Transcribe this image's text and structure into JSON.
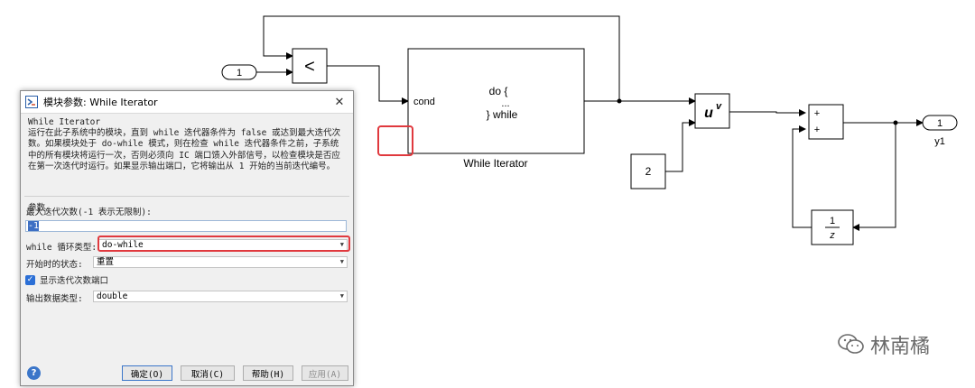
{
  "diagram": {
    "inport_number": "1",
    "relational_operator": "<",
    "subsystem_cond_label": "cond",
    "subsystem_code_line1": "do {",
    "subsystem_code_line2": "...",
    "subsystem_code_line3": "} while",
    "subsystem_name": "While Iterator",
    "constant_value": "2",
    "math_base": "u",
    "math_exponent": "v",
    "sum_sign_1": "+",
    "sum_sign_2": "+",
    "delay_numerator": "1",
    "delay_denominator": "z",
    "outport_number": "1",
    "outport_name": "y1"
  },
  "dialog": {
    "title": "模块参数: While Iterator",
    "block_type": "While Iterator",
    "description": "运行在此子系统中的模块，直到 while 迭代器条件为 false 或达到最大迭代次数。如果模块处于 do-while 模式，则在检查 while 迭代器条件之前，子系统中的所有模块将运行一次，否则必须向 IC 端口馈入外部信号，以检查模块是否应在第一次迭代时运行。如果显示输出端口，它将输出从 1 开始的当前迭代编号。",
    "params_label": "参数",
    "max_iter_label": "最大迭代次数(-1 表示无限制):",
    "max_iter_value": "-1",
    "loop_type_label": "while 循环类型:",
    "loop_type_value": "do-while",
    "start_state_label": "开始时的状态:",
    "start_state_value": "重置",
    "show_port_label": "显示迭代次数端口",
    "show_port_checked": true,
    "dtype_label": "输出数据类型:",
    "dtype_value": "double",
    "ok_label": "确定(O)",
    "cancel_label": "取消(C)",
    "help_label": "帮助(H)",
    "apply_label": "应用(A)"
  },
  "watermark": "林南橘",
  "colors": {
    "highlight": "#e0393e",
    "checkbox": "#2b6fd6",
    "selection": "#3d6fc4"
  }
}
